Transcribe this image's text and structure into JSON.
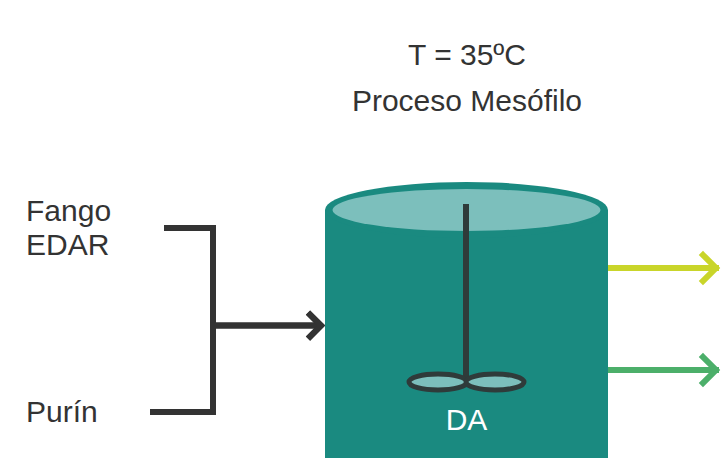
{
  "diagram": {
    "title": "T = 35ºC",
    "nodes": [
      {
        "text": [
          "Fango EDAR"
        ]
      },
      {
        "text": [
          "Purín"
        ]
      },
      {
        "text": [
          "DA"
        ]
      }
    ],
    "edges": [
      {
        "from": 0,
        "to": 2,
        "arrow": "to"
      },
      {
        "from": 1,
        "to": 2,
        "arrow": "to"
      }
    ],
    "labels": [
      "Proceso Mesófilo"
    ]
  }
}
